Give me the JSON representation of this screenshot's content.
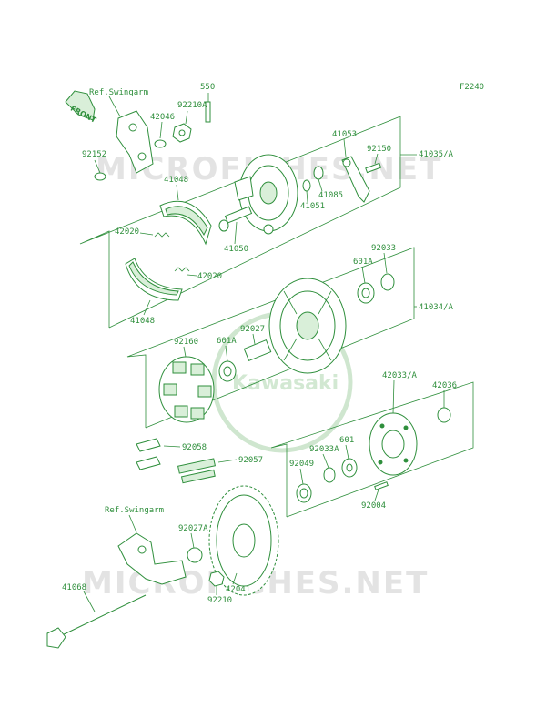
{
  "figure_code": "F2240",
  "watermark": "MICROFICHES.NET",
  "logo_text": "Kawasaki",
  "front_label": "FRONT",
  "ref_labels": {
    "top": "Ref.Swingarm",
    "bottom": "Ref.Swingarm"
  },
  "parts": {
    "p550": "550",
    "p92210A": "92210A",
    "p42046": "42046",
    "p92152": "92152",
    "p41053": "41053",
    "p92150": "92150",
    "p41035A": "41035/A",
    "p41048_top": "41048",
    "p41085": "41085",
    "p41051": "41051",
    "p42020_top": "42020",
    "p41050": "41050",
    "p42020_bottom": "42020",
    "p41048_bottom": "41048",
    "p92033_top": "92033",
    "p601A_top": "601A",
    "p41034A": "41034/A",
    "p92027": "92027",
    "p92160": "92160",
    "p601A_mid": "601A",
    "p42033A": "42033/A",
    "p42036": "42036",
    "p601": "601",
    "p92033A": "92033A",
    "p92049": "92049",
    "p92058": "92058",
    "p92057": "92057",
    "p92004": "92004",
    "p92027A": "92027A",
    "p41068": "41068",
    "p42041": "42041",
    "p92210": "92210"
  }
}
